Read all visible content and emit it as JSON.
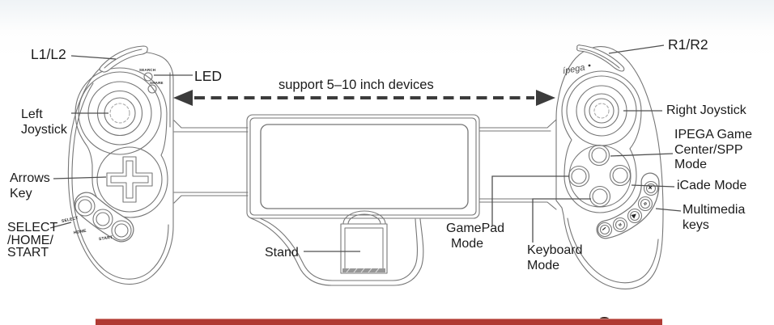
{
  "labels": {
    "l1_l2": "L1/L2",
    "led": "LED",
    "left_joystick": [
      "Left",
      "Joystick"
    ],
    "arrows_key": [
      "Arrows",
      "Key"
    ],
    "select_home_start": [
      "SELECT",
      "/HOME/",
      "START"
    ],
    "stand": "Stand",
    "support_devices": "support 5–10 inch devices",
    "gamepad_mode": [
      "GamePad",
      "Mode"
    ],
    "keyboard_mode": [
      "Keyboard",
      "Mode"
    ],
    "r1_r2": "R1/R2",
    "right_joystick": "Right Joystick",
    "ipega_game_center": [
      "IPEGA Game",
      "Center/SPP",
      "Mode"
    ],
    "icade_mode": "iCade Mode",
    "multimedia_keys": [
      "Multimedia",
      "keys"
    ]
  },
  "button_labels": {
    "search": "SEARCH",
    "share": "SHARE",
    "select": "SELECT",
    "home": "HOME",
    "start": "START",
    "logo": "ípega",
    "multimedia_glyphs": [
      "+",
      "»",
      "▶",
      "«",
      "−"
    ]
  },
  "colors": {
    "line": "#767676",
    "text": "#1b1b1b",
    "accent_bar": "#b03a33"
  }
}
